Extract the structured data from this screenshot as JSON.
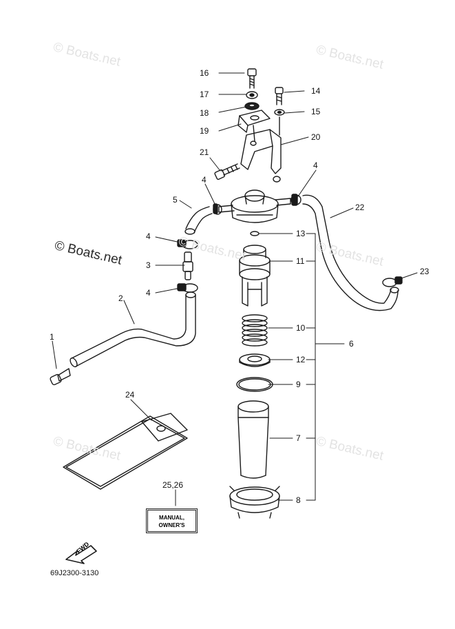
{
  "watermarks": [
    {
      "text": "© Boats.net"
    },
    {
      "text": "© Boats.net"
    },
    {
      "text": "© Boats.net"
    },
    {
      "text": "© Boats.net"
    },
    {
      "text": "© Boats.net"
    },
    {
      "text": "© Boats.net"
    },
    {
      "text": "© Boats.net"
    }
  ],
  "callouts": [
    {
      "id": "16"
    },
    {
      "id": "17"
    },
    {
      "id": "18"
    },
    {
      "id": "19"
    },
    {
      "id": "14"
    },
    {
      "id": "15"
    },
    {
      "id": "20"
    },
    {
      "id": "21"
    },
    {
      "id": "4a",
      "text": "4"
    },
    {
      "id": "4b",
      "text": "4"
    },
    {
      "id": "5"
    },
    {
      "id": "22"
    },
    {
      "id": "13"
    },
    {
      "id": "4c",
      "text": "4"
    },
    {
      "id": "3"
    },
    {
      "id": "11"
    },
    {
      "id": "4d",
      "text": "4"
    },
    {
      "id": "23"
    },
    {
      "id": "2"
    },
    {
      "id": "10"
    },
    {
      "id": "6"
    },
    {
      "id": "1"
    },
    {
      "id": "12"
    },
    {
      "id": "9"
    },
    {
      "id": "24"
    },
    {
      "id": "7"
    },
    {
      "id": "25_26",
      "text": "25,26"
    },
    {
      "id": "8"
    }
  ],
  "manual_label": {
    "line1": "MANUAL,",
    "line2": "OWNER'S"
  },
  "fwd_label": "FWD",
  "diagram_code": "69J2300-3130"
}
